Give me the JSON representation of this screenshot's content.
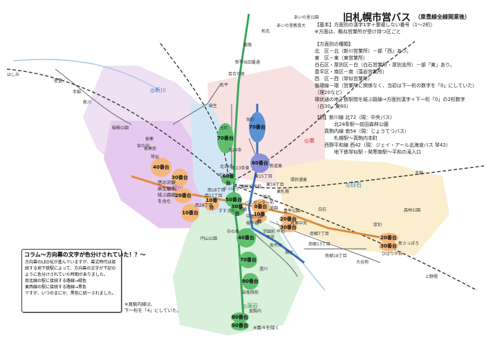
{
  "title": "旧札幌市営バス",
  "subtitle": "（東豊線全線開業後）",
  "legend": {
    "basic": "【基本】方面別の漢字1字＋重複しない番号（1～2桁）",
    "basic_note": "※方面は、概ね営業所が受け持つ区ごと",
    "types_heading": "【方面別の種類】",
    "type_lines": [
      "北　区－北（新川営業所）－部「西」あり。",
      "東　区－東（東営業所）",
      "白石区・厚別区－白（白石営業所・厚別支所）－部「東」あり。",
      "豊平区・南区－南（藻岩営業所）",
      "西　区－西（琴似営業所）",
      "循環線－環（営業所に関係なく、当初は下一桁の数字を「0」にしていた）",
      "（理20など）",
      "環状通の地下鉄駅間を結ぶ路線→方面別漢字＋下一桁「0」の2桁数字",
      "（白30、東60）"
    ],
    "example_heading": "【例】新川線 北72（現：中央バス）",
    "example_lines": [
      "北24条駅～前田森林公園",
      "真駒内線 南54（現：じょうてつバス）",
      "札幌駅～真駒内本町",
      "西野平和線 西42（現：ジェイ・アール北海道バス 琴42）",
      "地下鉄琴似駅・発寒南駅～平和の滝入口"
    ]
  },
  "wards": [
    {
      "name": "◎新川",
      "color": "#2f7fc1"
    },
    {
      "name": "◎東",
      "color": "#d23a3a"
    },
    {
      "name": "◎白石",
      "color": "#2f7fc1"
    },
    {
      "name": "◎琴似",
      "color": "#9a3ab8"
    },
    {
      "name": "◎藻岩",
      "color": "#2e9a54"
    }
  ],
  "bubbles": [
    {
      "label": "70番台",
      "color": "#5fbf6f"
    },
    {
      "label": "70番台",
      "color": "#5b92d6"
    },
    {
      "label": "60番台",
      "color": "#8b90d8"
    },
    {
      "label": "40番台",
      "color": "#f3b77c"
    },
    {
      "label": "30番台",
      "color": "#f3b77c"
    },
    {
      "label": "20番台",
      "color": "#f3b77c"
    },
    {
      "label": "10番台",
      "color": "#f3b77c"
    },
    {
      "label": "60番台",
      "color": "#5fbf6f"
    },
    {
      "label": "10番台",
      "color": "#f3b77c"
    },
    {
      "label": "50番台",
      "color": "#5fbf6f"
    },
    {
      "label": "30番台",
      "color": "#5fbf6f"
    },
    {
      "label": "0番台",
      "color": "#f3b77c"
    },
    {
      "label": "20番台",
      "color": "#f3b77c"
    },
    {
      "label": "30番台",
      "color": "#f3b77c"
    },
    {
      "label": "10番台",
      "color": "#f3b77c"
    },
    {
      "label": "40番台",
      "color": "#5fbf6f"
    },
    {
      "label": "70番台",
      "color": "#5fbf6f"
    },
    {
      "label": "80番台",
      "color": "#5fbf6f"
    },
    {
      "label": "80番台",
      "color": "#5fbf6f"
    },
    {
      "label": "90番台",
      "color": "#5fbf6f"
    },
    {
      "label": "20番台",
      "color": "#f3b77c"
    },
    {
      "label": "30番台",
      "color": "#f3b77c"
    }
  ],
  "kotoni_note": "宮の沢駅\n麻生駅を\n結ぶ路線\nを含む",
  "places": [
    "あいの里公園",
    "あいの里教育大",
    "拓北",
    "新琴似四番通",
    "栄町",
    "元町",
    "新道東",
    "北24条",
    "北18条",
    "北12条",
    "北13条東",
    "さっぽろ",
    "大通",
    "すすきの",
    "中島公園",
    "幌平橋",
    "中の島",
    "平岸",
    "南平岸",
    "澄川",
    "自衛隊前",
    "真駒内",
    "西28丁目",
    "西18丁目",
    "円山公園",
    "琴似",
    "発寒南",
    "宮の沢",
    "発寒",
    "菊水",
    "東札幌",
    "白石",
    "南郷7丁目",
    "南郷13丁目",
    "南郷18丁目",
    "大谷地",
    "ひばりが丘",
    "新さっぽろ",
    "上野幌",
    "平和",
    "福住",
    "月寒中央",
    "学園前",
    "豊平公園",
    "美園",
    "西11丁目",
    "バスセンター前",
    "森林公園",
    "厚別",
    "麻生",
    "太平",
    "百合が原",
    "篠路",
    "新川",
    "はしみ",
    "手稲",
    "星置",
    "稲積公園",
    "大麻",
    "環状通東",
    "東区役所前",
    "東15丁目",
    "東16丁目"
  ],
  "column": {
    "heading": "コラム～方向幕の文字が色分けされていた！？～",
    "body": "方向幕のLED化が進んでいますが、幕式時代は接続する地下鉄駅によって、方向幕の文字が下記のように色分けされていた時期がありました。\n南北線の駅に接続する路線→緑色\n東西線の駅に接続する路線→黒色\nですが、いつのまにか、黒色に統一されました。"
  },
  "notes": {
    "makomanai": "※真駒内線は、\n下一桁を「4」にしていた。",
    "minami4": "※南４を除く"
  },
  "colors": {
    "shinkawa_zone": "#e9d6f0",
    "kotoni_zone": "#e6c6ec",
    "east_zone": "#f7dede",
    "shiroishi_zone": "#f8ecc9",
    "moiwa_zone": "#d6efd8",
    "center_zone": "#cfe6f5",
    "subway_green": "#3aa55a",
    "subway_orange": "#e08a3a",
    "subway_blue": "#3a6fc0"
  }
}
